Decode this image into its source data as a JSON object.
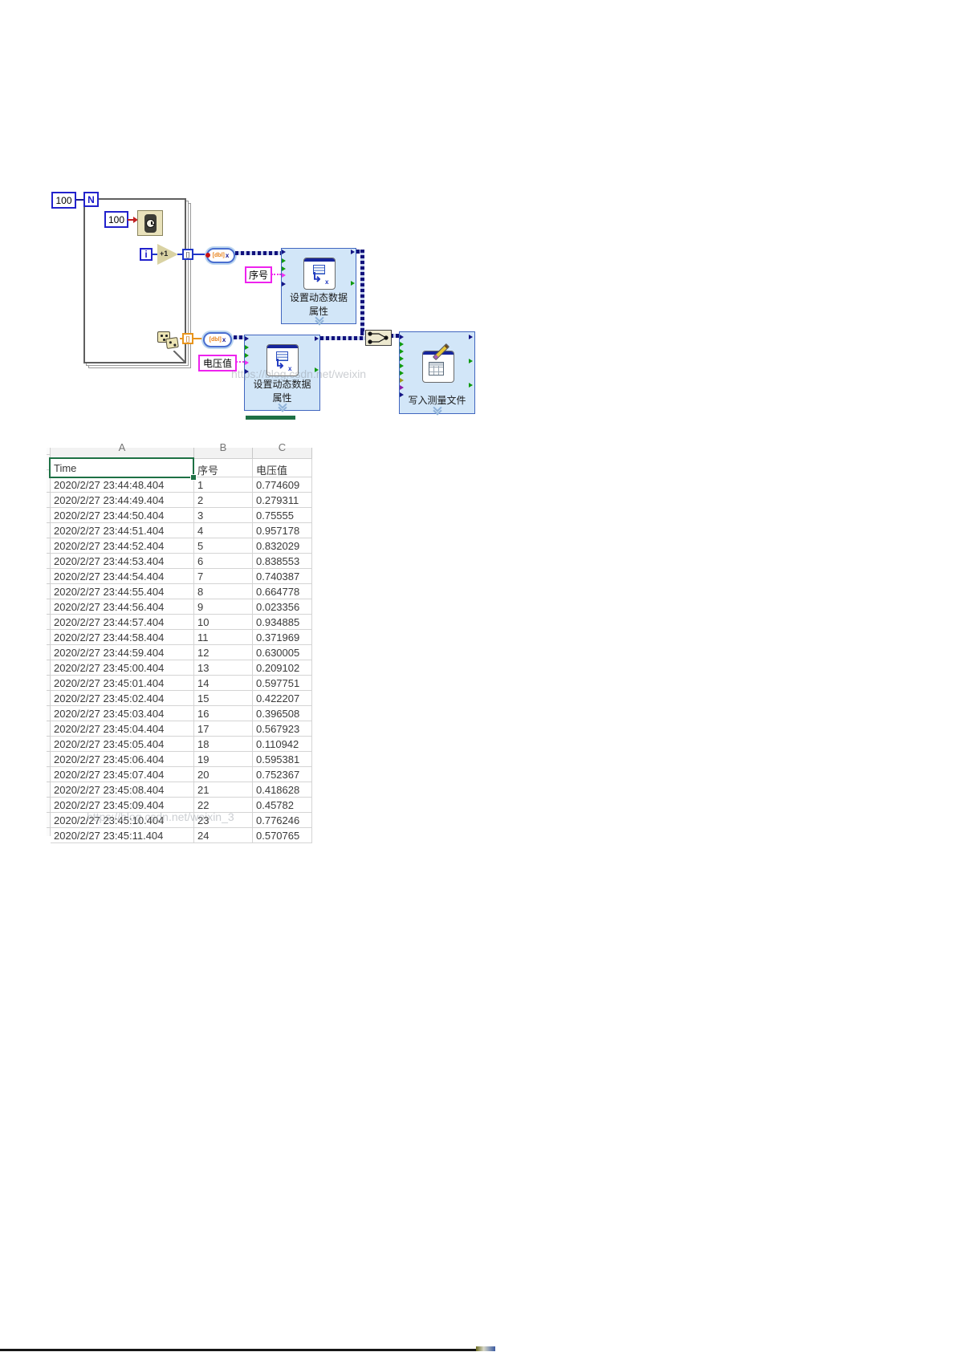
{
  "diagram": {
    "for_loop": {
      "count_constant": "100",
      "count_terminal_label": "N",
      "iteration_terminal_label": "i",
      "increment_label": "+1",
      "wait_ms_constant": "100"
    },
    "string_constants": {
      "serial_number_label": "序号",
      "voltage_label": "电压值"
    },
    "convert_node": {
      "bracket_text": "[dbl]",
      "x_text": "x"
    },
    "express_vi_set_attributes_1": {
      "label_line1": "设置动态数据",
      "label_line2": "属性"
    },
    "express_vi_set_attributes_2": {
      "label_line1": "设置动态数据",
      "label_line2": "属性"
    },
    "express_vi_write_file": {
      "label": "写入测量文件"
    },
    "watermark_diagram": "https://blog.csdn.net/weixin",
    "watermark_table": "https://blog.csdn.net/weixin_3"
  },
  "spreadsheet": {
    "column_letters": [
      "A",
      "B",
      "C"
    ],
    "header_row": {
      "a": "Time",
      "b": "序号",
      "c": "电压值"
    },
    "rows": [
      [
        "2020/2/27 23:44:48.404",
        "1",
        "0.774609"
      ],
      [
        "2020/2/27 23:44:49.404",
        "2",
        "0.279311"
      ],
      [
        "2020/2/27 23:44:50.404",
        "3",
        "0.75555"
      ],
      [
        "2020/2/27 23:44:51.404",
        "4",
        "0.957178"
      ],
      [
        "2020/2/27 23:44:52.404",
        "5",
        "0.832029"
      ],
      [
        "2020/2/27 23:44:53.404",
        "6",
        "0.838553"
      ],
      [
        "2020/2/27 23:44:54.404",
        "7",
        "0.740387"
      ],
      [
        "2020/2/27 23:44:55.404",
        "8",
        "0.664778"
      ],
      [
        "2020/2/27 23:44:56.404",
        "9",
        "0.023356"
      ],
      [
        "2020/2/27 23:44:57.404",
        "10",
        "0.934885"
      ],
      [
        "2020/2/27 23:44:58.404",
        "11",
        "0.371969"
      ],
      [
        "2020/2/27 23:44:59.404",
        "12",
        "0.630005"
      ],
      [
        "2020/2/27 23:45:00.404",
        "13",
        "0.209102"
      ],
      [
        "2020/2/27 23:45:01.404",
        "14",
        "0.597751"
      ],
      [
        "2020/2/27 23:45:02.404",
        "15",
        "0.422207"
      ],
      [
        "2020/2/27 23:45:03.404",
        "16",
        "0.396508"
      ],
      [
        "2020/2/27 23:45:04.404",
        "17",
        "0.567923"
      ],
      [
        "2020/2/27 23:45:05.404",
        "18",
        "0.110942"
      ],
      [
        "2020/2/27 23:45:06.404",
        "19",
        "0.595381"
      ],
      [
        "2020/2/27 23:45:07.404",
        "20",
        "0.752367"
      ],
      [
        "2020/2/27 23:45:08.404",
        "21",
        "0.418628"
      ],
      [
        "2020/2/27 23:45:09.404",
        "22",
        "0.45782"
      ],
      [
        "2020/2/27 23:45:10.404",
        "23",
        "0.776246"
      ],
      [
        "2020/2/27 23:45:11.404",
        "24",
        "0.570765"
      ]
    ]
  },
  "colors": {
    "excel_selection_green": "#1e7145",
    "express_vi_fill": "#d2e6f8",
    "express_vi_border": "#4166bf",
    "dynamic_wire_navy": "#10107c",
    "integer_wire_blue": "#2036c8",
    "double_wire_orange": "#e8941c",
    "string_wire_pink": "#f032f0",
    "constant_border_blue": "#2222cc",
    "label_border_magenta": "#ee22ee"
  }
}
